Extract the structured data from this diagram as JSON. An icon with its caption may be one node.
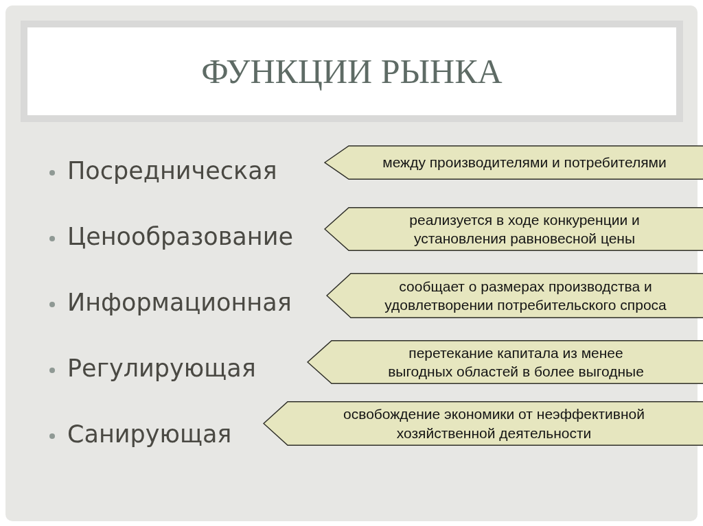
{
  "diagram": {
    "title": "ФУНКЦИИ РЫНКА",
    "nodes": [
      {
        "text": [
          "между производителями и потребителями"
        ]
      },
      {
        "text": [
          "реализуется в ходе конкуренции и установления равновесной цены"
        ]
      },
      {
        "text": [
          "сообщает о размерах производства и удовлетворении потребительского спроса"
        ]
      },
      {
        "text": [
          "перетекание капитала из менее выгодных областей в более выгодные"
        ]
      },
      {
        "text": [
          "освобождение экономики от неэффективной хозяйственной деятельности"
        ]
      }
    ],
    "labels": [
      "Посредническая",
      "Ценообразование",
      "Информационная",
      "Регулирующая",
      "Санирующая"
    ]
  }
}
